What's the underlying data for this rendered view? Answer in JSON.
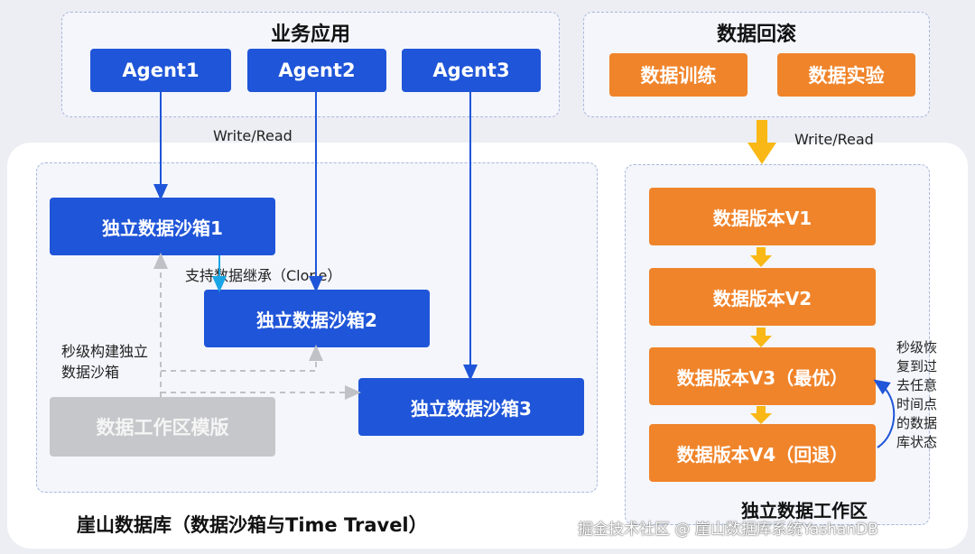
{
  "business": {
    "title": "业务应用",
    "agents": [
      "Agent1",
      "Agent2",
      "Agent3"
    ]
  },
  "rollback": {
    "title": "数据回滚",
    "train": "数据训练",
    "experiment": "数据实验"
  },
  "labels": {
    "write_read_left": "Write/Read",
    "write_read_right": "Write/Read",
    "clone": "支持数据继承（Clone）",
    "second_build_line1": "秒级构建独立",
    "second_build_line2": "数据沙箱",
    "restore_line1": "秒级恢",
    "restore_line2": "复到过",
    "restore_line3": "去任意",
    "restore_line4": "时间点",
    "restore_line5": "的数据",
    "restore_line6": "库状态"
  },
  "sandboxes": [
    "独立数据沙箱1",
    "独立数据沙箱2",
    "独立数据沙箱3"
  ],
  "template": "数据工作区模版",
  "versions": [
    "数据版本V1",
    "数据版本V2",
    "数据版本V3（最优）",
    "数据版本V4（回退）"
  ],
  "workspace_title": "独立数据工作区",
  "database_title": "崖山数据库（数据沙箱与Time Travel）",
  "watermark": "掘金技术社区 @ 崖山数据库系统YashanDB",
  "colors": {
    "blue": "#1f55d8",
    "orange": "#f0842a",
    "gray": "#c6c7ca",
    "arrow_yellow": "#f9b815"
  }
}
